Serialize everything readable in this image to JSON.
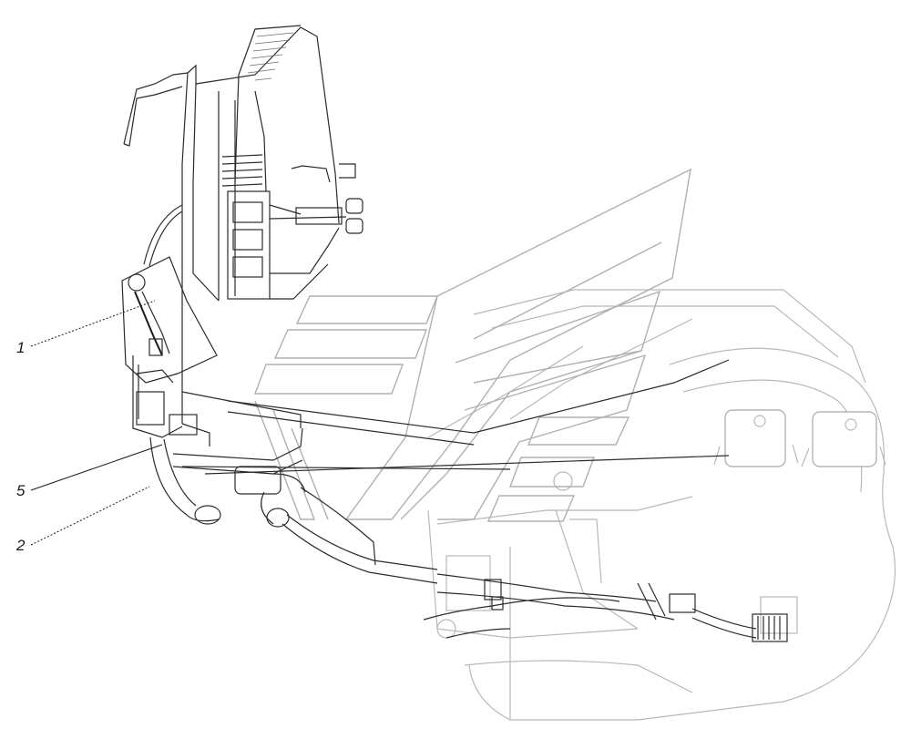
{
  "callouts": [
    {
      "id": "1",
      "label": "1"
    },
    {
      "id": "5",
      "label": "5"
    },
    {
      "id": "2",
      "label": "2"
    }
  ],
  "colors": {
    "ink": "#1a1a1a",
    "ghost": "#b8b8b8",
    "background": "#ffffff"
  }
}
